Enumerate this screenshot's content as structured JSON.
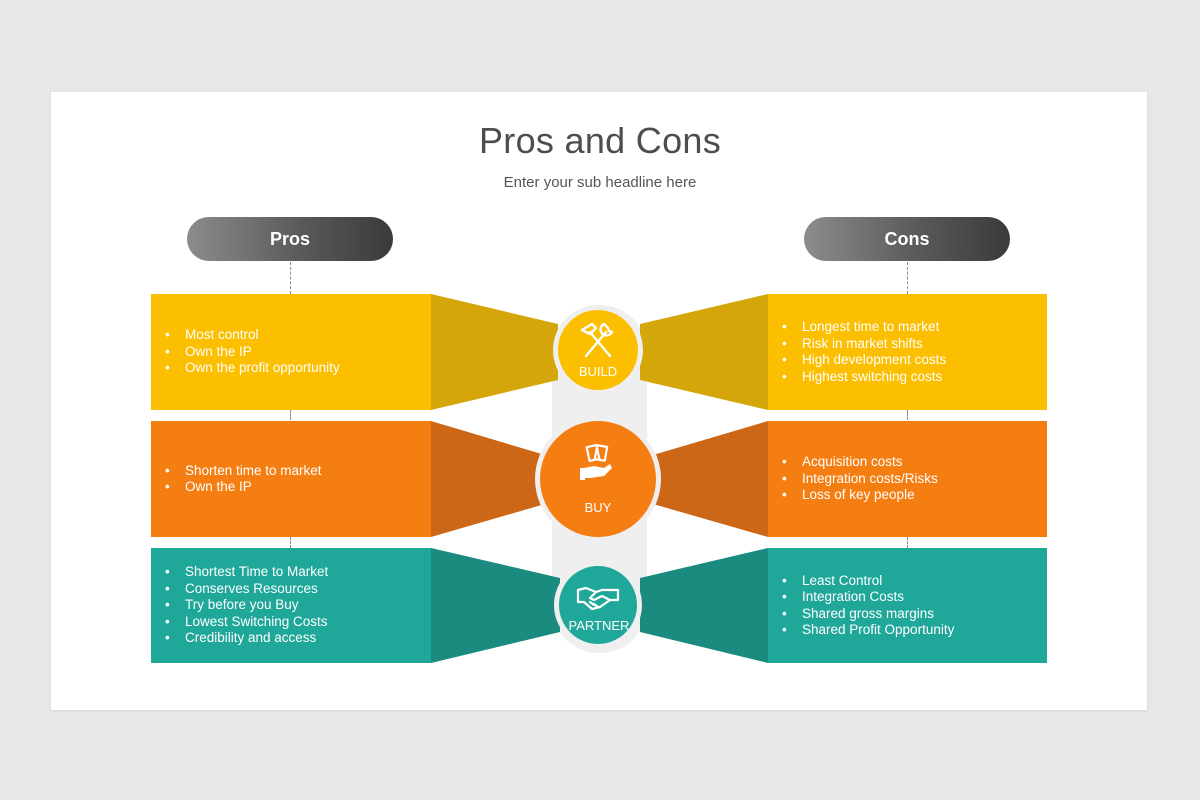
{
  "title": "Pros and Cons",
  "subtitle": "Enter your sub headline here",
  "pros_header": "Pros",
  "cons_header": "Cons",
  "colors": {
    "yellow": "#fbbf00",
    "yellow_dark": "#d4a60a",
    "orange": "#f57e13",
    "orange_dark": "#cc6717",
    "teal": "#1fa79a",
    "teal_dark": "#1b8b80"
  },
  "rows": [
    {
      "node": "BUILD",
      "icon": "hammer-wrench-icon",
      "pros": [
        "Most control",
        "Own the IP",
        "Own the profit opportunity"
      ],
      "cons": [
        "Longest time to market",
        "Risk in market shifts",
        "High development costs",
        "Highest switching costs"
      ]
    },
    {
      "node": "BUY",
      "icon": "money-hand-icon",
      "pros": [
        "Shorten time to market",
        "Own the IP"
      ],
      "cons": [
        "Acquisition costs",
        "Integration costs/Risks",
        "Loss of key people"
      ]
    },
    {
      "node": "PARTNER",
      "icon": "handshake-icon",
      "pros": [
        "Shortest Time to Market",
        "Conserves Resources",
        "Try before you Buy",
        "Lowest Switching Costs",
        "Credibility and access"
      ],
      "cons": [
        "Least Control",
        "Integration Costs",
        "Shared gross margins",
        "Shared Profit Opportunity"
      ]
    }
  ]
}
